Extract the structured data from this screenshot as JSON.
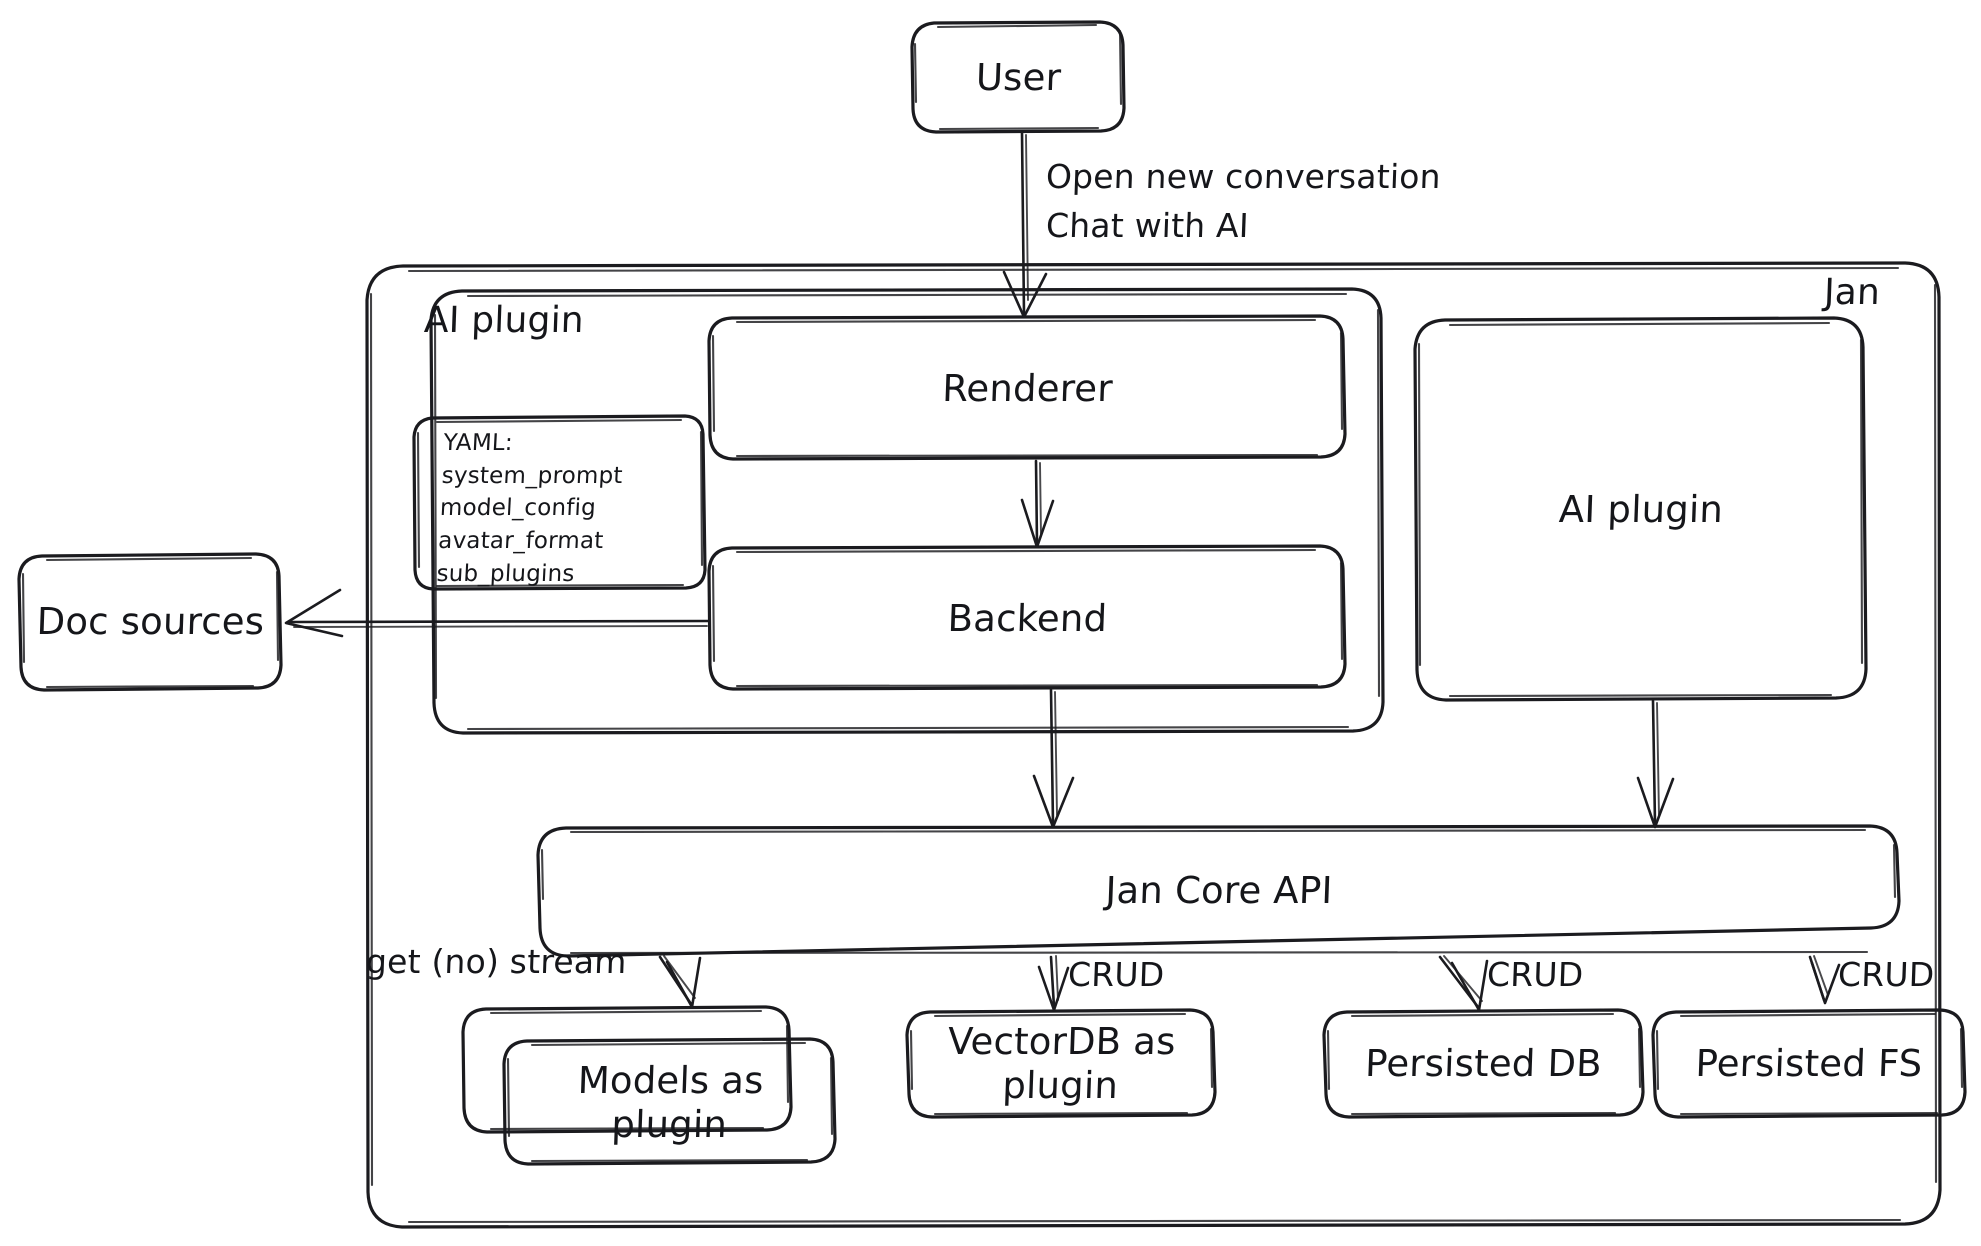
{
  "diagram": {
    "title": "Jan architecture sketch",
    "style": "hand-drawn",
    "stroke_color": "#1b1b1f",
    "background_color": "#ffffff"
  },
  "nodes": {
    "user": {
      "label": "User"
    },
    "jan_container": {
      "label": "Jan"
    },
    "ai_plugin_group": {
      "label": "AI plugin"
    },
    "yaml_note": {
      "text": "YAML:\nsystem_prompt\nmodel_config\navatar_format\nsub_plugins"
    },
    "renderer": {
      "label": "Renderer"
    },
    "backend": {
      "label": "Backend"
    },
    "ai_plugin_box": {
      "label": "AI plugin"
    },
    "doc_sources": {
      "label": "Doc sources"
    },
    "jan_core_api": {
      "label": "Jan Core API"
    },
    "models_plugin": {
      "label": "Models as plugin"
    },
    "vectordb_plugin": {
      "label": "VectorDB as plugin"
    },
    "persisted_db": {
      "label": "Persisted DB"
    },
    "persisted_fs": {
      "label": "Persisted FS"
    }
  },
  "edges": {
    "user_to_renderer": {
      "label": "Open new conversation\nChat with AI",
      "line1": "Open new conversation",
      "line2": "Chat with AI"
    },
    "renderer_to_backend": {
      "label": ""
    },
    "backend_to_docsources": {
      "label": ""
    },
    "backend_to_core": {
      "label": ""
    },
    "aiplugin_to_core": {
      "label": ""
    },
    "core_to_models": {
      "label": "get (no) stream"
    },
    "core_to_vectordb": {
      "label": "CRUD"
    },
    "core_to_persisted_db": {
      "label": "CRUD"
    },
    "core_to_persisted_fs": {
      "label": "CRUD"
    }
  }
}
